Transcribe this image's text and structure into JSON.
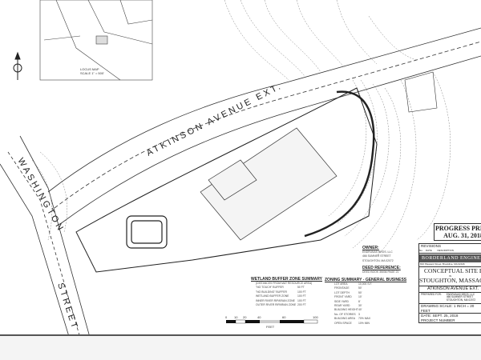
{
  "plan": {
    "streets": {
      "atkinson": "ATKINSON AVENUE EXT.",
      "washington_1": "WASHINGTON",
      "washington_2": "STREET"
    },
    "locus_map": {
      "label": "LOCUS MAP",
      "scale": "SCALE 1\" = 500'"
    }
  },
  "progress_print": {
    "line1": "PROGRESS PRINT",
    "line2": "AUG. 31, 2018"
  },
  "owner": {
    "heading": "OWNER:",
    "lines": [
      "ENDRUNAS BROS. LLC",
      "466 SUMNER STREET",
      "STOUGHTON, MA 02072"
    ]
  },
  "deed": {
    "heading": "DEED REFERENCE:",
    "text": "DEED BOOK 35036 PAGE 21"
  },
  "wetland": {
    "heading": "WETLAND BUFFER ZONE SUMMARY",
    "subheading": "(DISTANCES FROM MAT RESOURCE AREA)",
    "rows": [
      {
        "label": "\"NO TOUCH\" BUFFER",
        "value": "50 FT"
      },
      {
        "label": "\"NO BUILDING\" BUFFER",
        "value": "100 FT"
      },
      {
        "label": "WETLAND BUFFER ZONE",
        "value": "100 FT"
      },
      {
        "label": "INNER RIVER RIPARIAN ZONE",
        "value": "100 FT"
      },
      {
        "label": "OUTER RIVER RIPARIAN ZONE",
        "value": "200 FT"
      }
    ]
  },
  "zoning": {
    "heading": "ZONING SUMMARY - GENERAL BUSINESS",
    "rows": [
      {
        "label": "LOT AREA",
        "value": "10,000 S.F."
      },
      {
        "label": "FRONTAGE",
        "value": "50'"
      },
      {
        "label": "LOT DEPTH",
        "value": "50'"
      },
      {
        "label": "FRONT YARD",
        "value": "10'"
      },
      {
        "label": "SIDE YARD",
        "value": "8'"
      },
      {
        "label": "REAR YARD",
        "value": "30'"
      },
      {
        "label": "BUILDING HEIGHT",
        "value": "40'"
      },
      {
        "label": "No. OF STORIES",
        "value": "3"
      },
      {
        "label": "BUILDING AREA",
        "value": "70% MAX"
      },
      {
        "label": "OPEN SPACE",
        "value": "10% MIN"
      }
    ]
  },
  "scale_bar": {
    "labels": [
      "0",
      "10",
      "20",
      "40",
      "60",
      "100"
    ],
    "unit": "FEET"
  },
  "title_block": {
    "revisions_label": "REVISIONS",
    "revision_columns": [
      "No.",
      "DATE",
      "DESCRIPTION"
    ],
    "firm": "BORDERLAND ENGINEERING",
    "firm_address": "816 Pleasant Street, Brookline, MA 02446",
    "title": "CONCEPTUAL SITE PLAN",
    "in": "IN",
    "town": "STOUGHTON, MASSACHUSETTS",
    "project": "ATKINSON AVENUE EXT.",
    "prepared_for_label": "PREPARED FOR:",
    "prepared_for": [
      "ENDRUNAS BROS. LLC",
      "466 SUMNER STREET",
      "STOUGHTON, MA 02072"
    ],
    "drawing_scale": "DRAWING SCALE: 1 INCH = 20 FEET",
    "date": "DATE: SEPT. 25, 2018",
    "project_number": "PROJECT NUMBER"
  }
}
